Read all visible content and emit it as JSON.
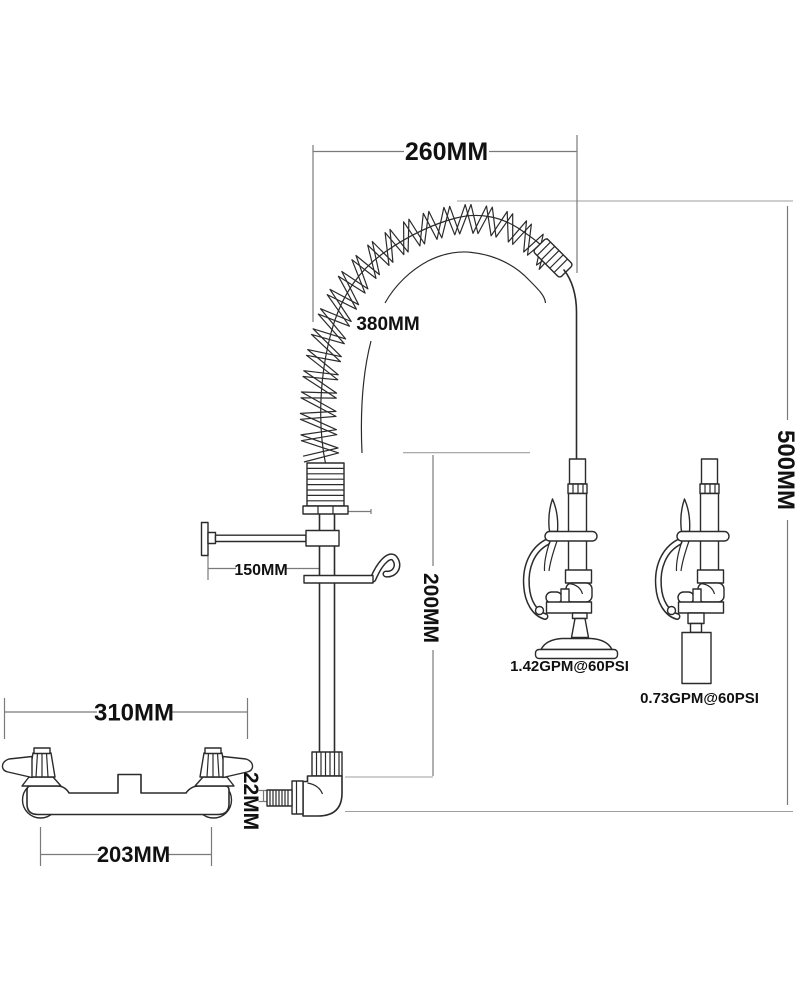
{
  "drawing": {
    "dimensions": {
      "hose_reach": "260MM",
      "hose_length": "380MM",
      "overall_height": "500MM",
      "riser_drop": "200MM",
      "wall_bracket": "150MM",
      "faucet_overall_width": "310MM",
      "faucet_centers": "203MM",
      "inlet_size": "22MM"
    },
    "flow_labels": {
      "spray_head_flat": "1.42GPM@60PSI",
      "spray_head_cylinder": "0.73GPM@60PSI"
    },
    "colors": {
      "outline": "#2b2b2b",
      "dimension_line": "#7a7a7a",
      "reference_line": "#9e9e9e",
      "text": "#111111",
      "background": "#ffffff"
    }
  }
}
